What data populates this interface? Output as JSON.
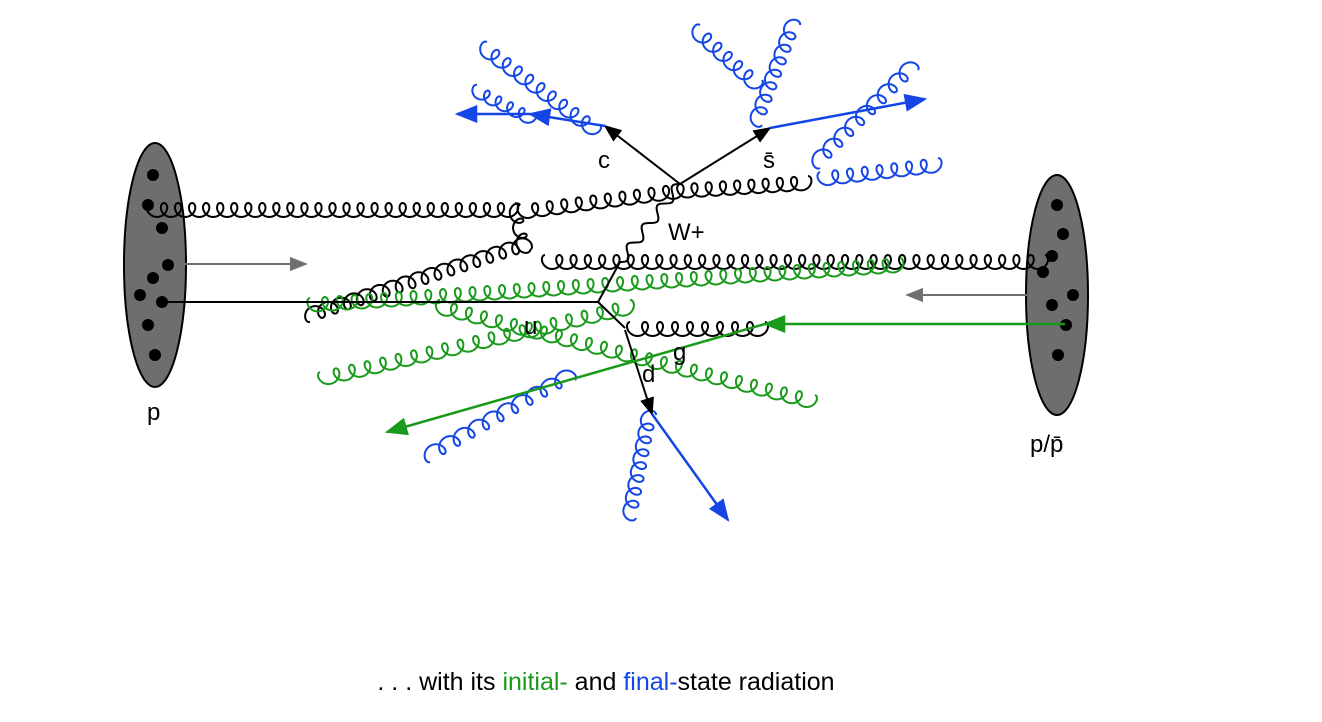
{
  "labels": {
    "proton_left": "p",
    "proton_right": "p/p̄",
    "quark_c": "c",
    "quark_sbar": "s̄",
    "boson": "W+",
    "quark_u": "u",
    "quark_d": "d",
    "gluon_g": "g"
  },
  "caption": {
    "prefix": ". . . with its ",
    "initial": "initial-",
    "middle": " and ",
    "final": "final-",
    "suffix": "state radiation"
  },
  "colors": {
    "hard_process": "#000000",
    "initial_state": "#1a9a1a",
    "final_state": "#1446e6",
    "beam_arrow": "#707070",
    "proton_fill": "#6e6e6e"
  }
}
